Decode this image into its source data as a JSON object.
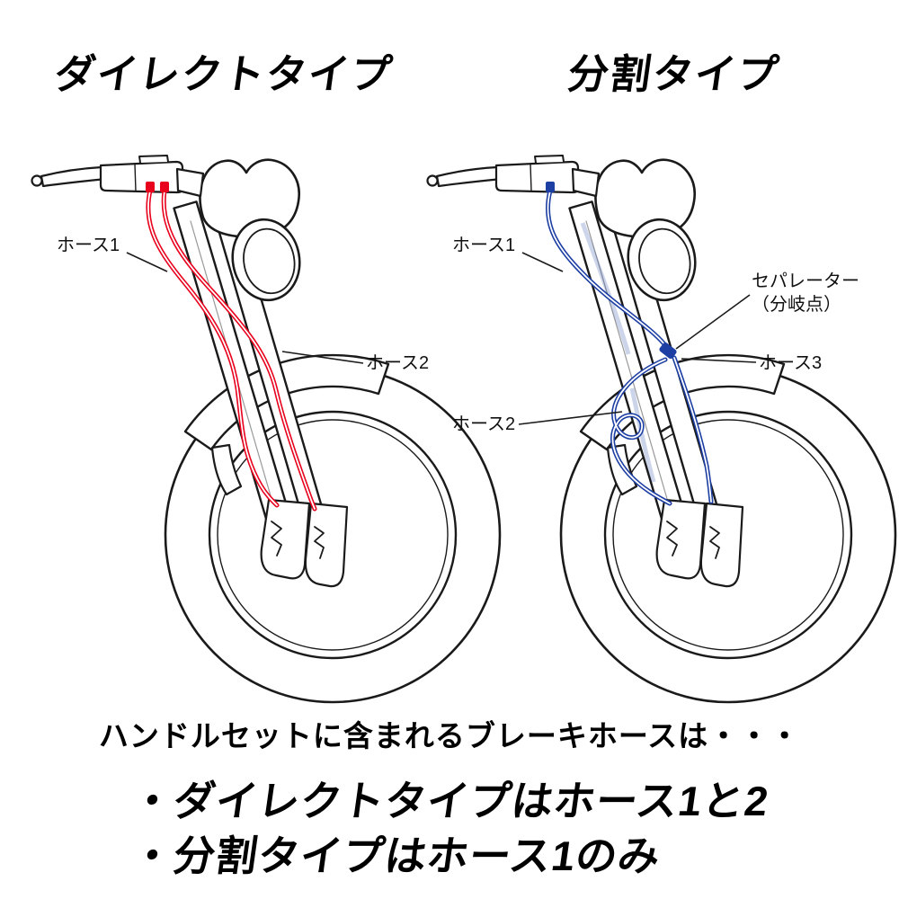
{
  "headings": {
    "left": "ダイレクトタイプ",
    "right": "分割タイプ"
  },
  "left_diagram": {
    "type_name": "ダイレクトタイプ",
    "hose_color": "#e8001d",
    "labels": {
      "hose1": "ホース1",
      "hose2": "ホース2"
    }
  },
  "right_diagram": {
    "type_name": "分割タイプ",
    "hose_color": "#1d3fa3",
    "labels": {
      "hose1": "ホース1",
      "hose2": "ホース2",
      "hose3": "ホース3",
      "separator": "セパレーター\n（分岐点）"
    }
  },
  "footer": {
    "intro": "ハンドルセットに含まれるブレーキホースは・・・",
    "bullet1": "・ダイレクトタイプはホース1と2",
    "bullet2": "・分割タイプはホース1のみ"
  },
  "line_color": "#1a1a1a"
}
